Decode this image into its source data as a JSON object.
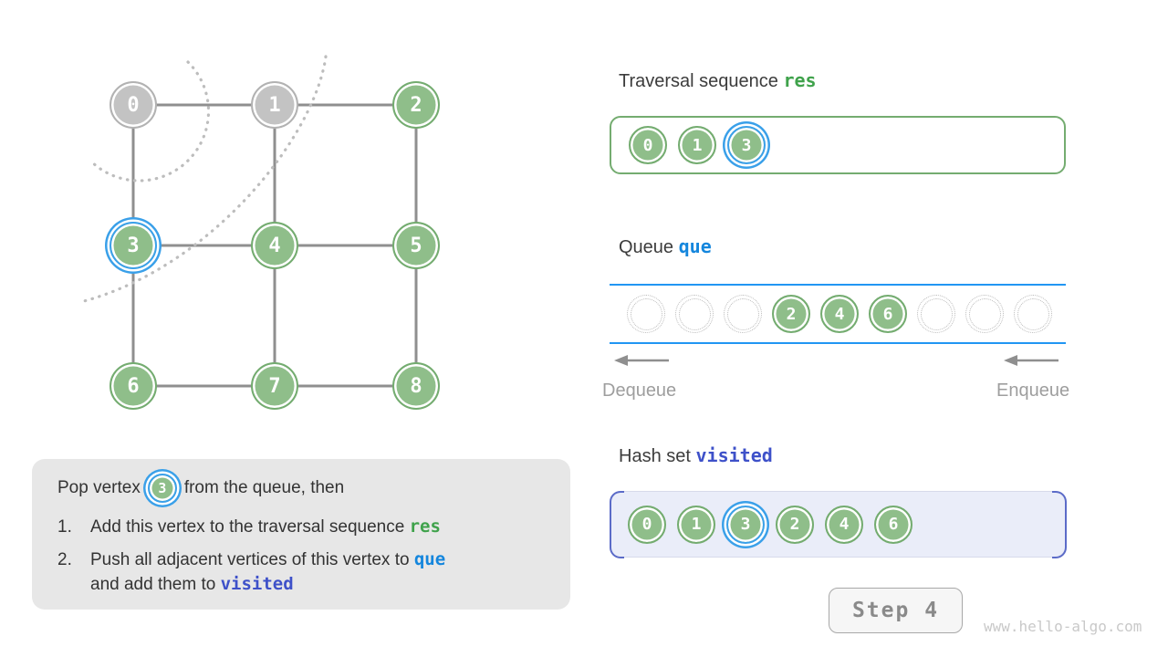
{
  "graph": {
    "vertices": [
      {
        "label": "0",
        "state": "popped"
      },
      {
        "label": "1",
        "state": "popped"
      },
      {
        "label": "2",
        "state": "default"
      },
      {
        "label": "3",
        "state": "current"
      },
      {
        "label": "4",
        "state": "default"
      },
      {
        "label": "5",
        "state": "default"
      },
      {
        "label": "6",
        "state": "default"
      },
      {
        "label": "7",
        "state": "default"
      },
      {
        "label": "8",
        "state": "default"
      }
    ],
    "edges": [
      [
        0,
        1
      ],
      [
        1,
        2
      ],
      [
        3,
        4
      ],
      [
        4,
        5
      ],
      [
        6,
        7
      ],
      [
        7,
        8
      ],
      [
        0,
        3
      ],
      [
        3,
        6
      ],
      [
        1,
        4
      ],
      [
        4,
        7
      ],
      [
        2,
        5
      ],
      [
        5,
        8
      ]
    ]
  },
  "explanation": {
    "intro_before": "Pop vertex",
    "intro_node": "3",
    "intro_after": "from the queue, then",
    "items": [
      {
        "number": "1.",
        "text": "Add this vertex to the traversal sequence",
        "code": "res"
      },
      {
        "number": "2.",
        "text": "Push all adjacent vertices of this vertex to",
        "code": "que",
        "text2": "and add them to",
        "code2": "visited"
      }
    ]
  },
  "panels": {
    "traversal": {
      "title": "Traversal sequence",
      "code": "res",
      "items": [
        {
          "label": "0",
          "current": false
        },
        {
          "label": "1",
          "current": false
        },
        {
          "label": "3",
          "current": true
        }
      ]
    },
    "queue": {
      "title": "Queue",
      "code": "que",
      "slots": [
        {
          "label": "",
          "empty": true
        },
        {
          "label": "",
          "empty": true
        },
        {
          "label": "",
          "empty": true
        },
        {
          "label": "2",
          "empty": false
        },
        {
          "label": "4",
          "empty": false
        },
        {
          "label": "6",
          "empty": false
        },
        {
          "label": "",
          "empty": true
        },
        {
          "label": "",
          "empty": true
        },
        {
          "label": "",
          "empty": true
        }
      ],
      "dequeue_label": "Dequeue",
      "enqueue_label": "Enqueue"
    },
    "hashset": {
      "title": "Hash set",
      "code": "visited",
      "items": [
        {
          "label": "0",
          "current": false
        },
        {
          "label": "1",
          "current": false
        },
        {
          "label": "3",
          "current": true
        },
        {
          "label": "2",
          "current": false
        },
        {
          "label": "4",
          "current": false
        },
        {
          "label": "6",
          "current": false
        }
      ]
    }
  },
  "footer": {
    "step_label": "Step 4",
    "watermark": "www.hello-algo.com"
  },
  "colors": {
    "node_green_fill": "#8fbe8a",
    "node_green_border": "#74ac70",
    "node_gray_fill": "#c3c3c3",
    "highlight_blue": "#3aa0e9",
    "queue_line_blue": "#2196f3",
    "res_green": "#3fa24b",
    "que_blue": "#1486dd",
    "visited_indigo": "#3e51c9",
    "edge_gray": "#8f8f8f",
    "explain_bg": "#e7e7e7",
    "visited_bg": "#eaedf9"
  }
}
